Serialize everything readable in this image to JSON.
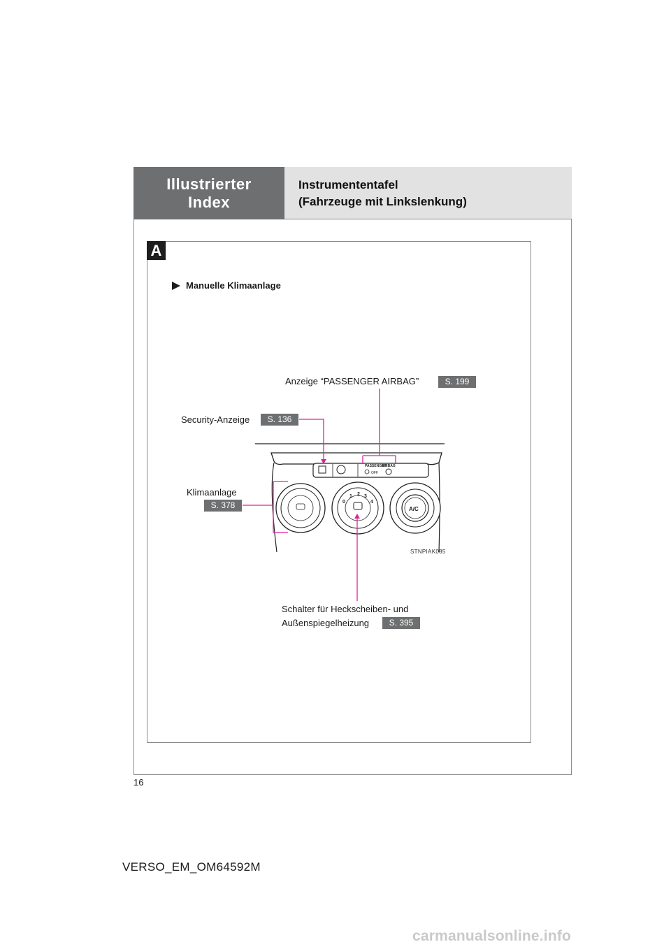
{
  "header": {
    "section_tab": "Illustrierter Index",
    "title_line1": "Instrumententafel",
    "title_line2": "(Fahrzeuge mit Linkslenkung)"
  },
  "marker": "A",
  "subsection": "Manuelle Klimaanlage",
  "callouts": {
    "airbag": {
      "label": "Anzeige “PASSENGER AIRBAG”",
      "page": "S. 199"
    },
    "security": {
      "label": "Security-Anzeige",
      "page": "S. 136"
    },
    "climate": {
      "label": "Klimaanlage",
      "page": "S. 378"
    },
    "heater": {
      "label_line1": "Schalter für Heckscheiben- und",
      "label_line2": "Außenspiegelheizung",
      "page": "S. 395"
    }
  },
  "figure": {
    "code": "STNPIAK085",
    "panel_text_passenger": "PASSENGER",
    "panel_text_airbag": "AIRBAG",
    "panel_text_off": "OFF",
    "ac_label": "A/C",
    "fan_numbers": [
      "0",
      "1",
      "2",
      "3",
      "4"
    ]
  },
  "footer": {
    "page_number": "16",
    "doc_id": "VERSO_EM_OM64592M",
    "watermark": "carmanualsonline.info"
  },
  "colors": {
    "tab_bg": "#6d6f70",
    "header_bg": "#e2e2e2",
    "callout_line": "#e0229b",
    "pagebox_bg": "#6d6f70"
  }
}
